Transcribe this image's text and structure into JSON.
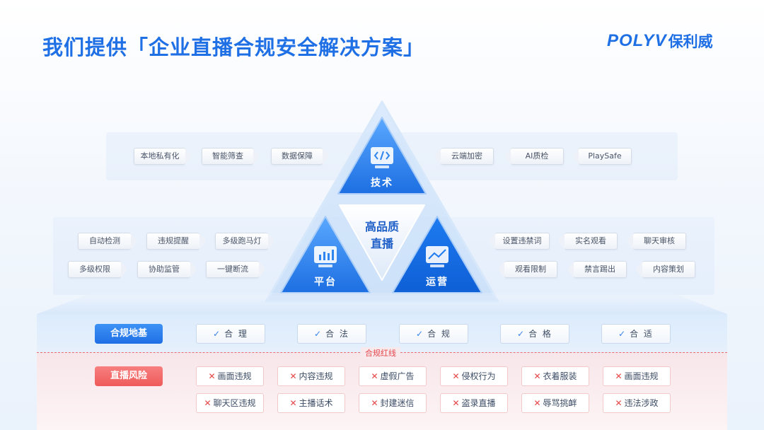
{
  "header": {
    "title": "我们提供「企业直播合规安全解决方案」",
    "logo_en": "POLYV",
    "logo_cn": "保利威"
  },
  "pyramid": {
    "tech_label": "技术",
    "platform_label": "平台",
    "ops_label": "运营",
    "center_line1": "高品质",
    "center_line2": "直播"
  },
  "tech_tags_left": [
    "本地私有化",
    "智能筛查",
    "数据保障"
  ],
  "tech_tags_right": [
    "云端加密",
    "AI质检",
    "PlaySafe"
  ],
  "platform_tags_row1": [
    "自动检测",
    "违规提醒",
    "多级跑马灯"
  ],
  "platform_tags_row2": [
    "多级权限",
    "协助监管",
    "一键断流"
  ],
  "ops_tags_row1": [
    "设置违禁词",
    "实名观看",
    "聊天审核"
  ],
  "ops_tags_row2": [
    "观看限制",
    "禁言踢出",
    "内容策划"
  ],
  "foundation": {
    "label": "合规地基",
    "items": [
      "合 理",
      "合 法",
      "合 规",
      "合 格",
      "合 适"
    ],
    "check_glyph": "✓"
  },
  "redline": {
    "label": "合规红线"
  },
  "risk": {
    "label": "直播风险",
    "x_glyph": "✕",
    "row1": [
      "画面违规",
      "内容违规",
      "虚假广告",
      "侵权行为",
      "衣着服装",
      "画面违规"
    ],
    "row2": [
      "聊天区违规",
      "主播话术",
      "封建迷信",
      "盗录直播",
      "辱骂挑衅",
      "违法涉政"
    ]
  },
  "colors": {
    "brand_blue": "#1f6fe5",
    "risk_red": "#ef5a5a",
    "triangle_blue": "#2f86ee"
  },
  "icons": {
    "tech": "code-icon",
    "platform": "bar-chart-icon",
    "ops": "line-chart-icon"
  }
}
